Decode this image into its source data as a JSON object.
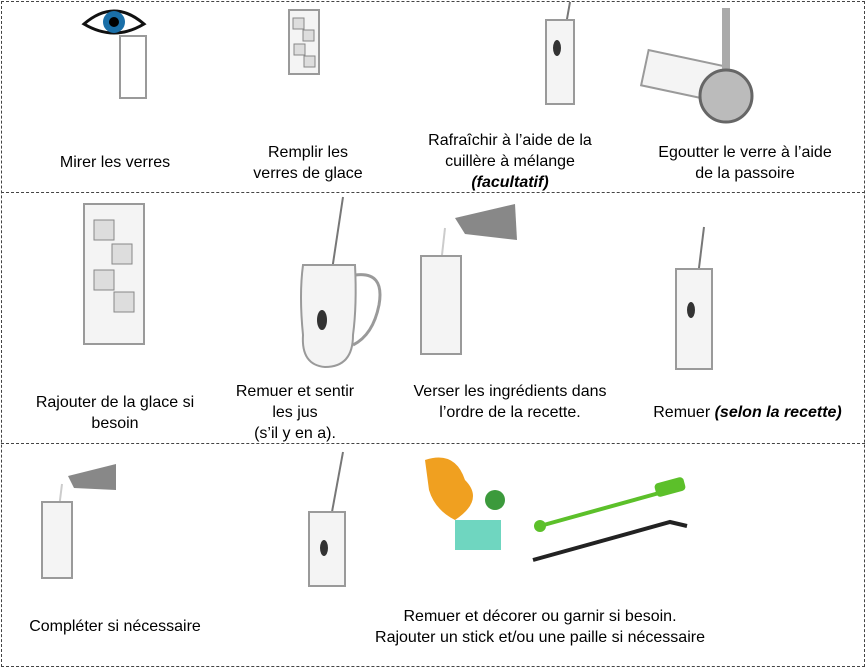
{
  "steps": [
    {
      "lines": [
        "Mirer les verres"
      ],
      "icon": "eye-glass"
    },
    {
      "lines": [
        "Remplir les",
        "verres de glace"
      ],
      "icon": "glass-ice"
    },
    {
      "lines": [
        "Rafraîchir à l’aide de la",
        "cuillère à mélange"
      ],
      "emph": "(facultatif)",
      "icon": "glass-spoon"
    },
    {
      "lines": [
        "Egoutter le verre à l’aide",
        "de la passoire"
      ],
      "icon": "strainer"
    },
    {
      "lines": [
        "Rajouter de la glace si",
        "besoin"
      ],
      "icon": "glass-ice"
    },
    {
      "lines": [
        "Remuer et sentir",
        "les jus",
        "(s’il y en a)."
      ],
      "icon": "pitcher"
    },
    {
      "lines": [
        "Verser les ingrédients dans",
        "l’ordre de la recette."
      ],
      "icon": "bottle-pour"
    },
    {
      "prefix": "Remuer ",
      "emph": "(selon la recette)",
      "icon": "glass-spoon"
    },
    {
      "lines": [
        "Compléter si nécessaire"
      ],
      "icon": "bottle-pour"
    },
    {
      "icon": "glass-spoon"
    },
    {
      "lines": [
        "Remuer et décorer ou garnir si besoin.",
        "Rajouter un stick et/ou une paille si nécessaire"
      ],
      "icon": "garnish-straw"
    }
  ],
  "colors": {
    "border": "#444444",
    "glass": "#9a9a9a",
    "eye": "#1a6fa8",
    "flower": "#f0a020",
    "stick": "#5cc02a"
  }
}
